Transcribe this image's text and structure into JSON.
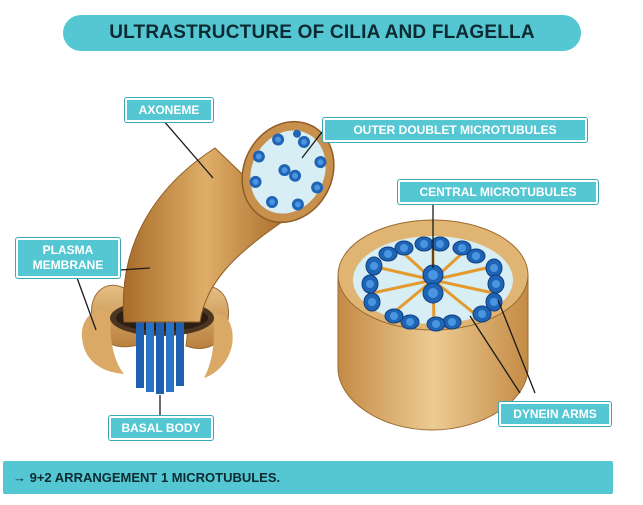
{
  "title": "ULTRASTRUCTURE OF CILIA AND FLAGELLA",
  "labels": {
    "axoneme": "AXONEME",
    "outer_doublet": "OUTER DOUBLET MICROTUBULES",
    "central": "CENTRAL MICROTUBULES",
    "plasma_membrane": "PLASMA\nMEMBRANE",
    "basal_body": "BASAL BODY",
    "dynein_arms": "DYNEIN ARMS"
  },
  "note": "→ 9+2 ARRANGEMENT 1 MICROTUBULES.",
  "colors": {
    "teal": "#54c7d2",
    "membrane_tan": "#c9954f",
    "membrane_light": "#e7c28a",
    "microtubule_blue": "#1f64b5",
    "matrix_light": "#d7eef5",
    "spoke_orange": "#e39a2e"
  }
}
